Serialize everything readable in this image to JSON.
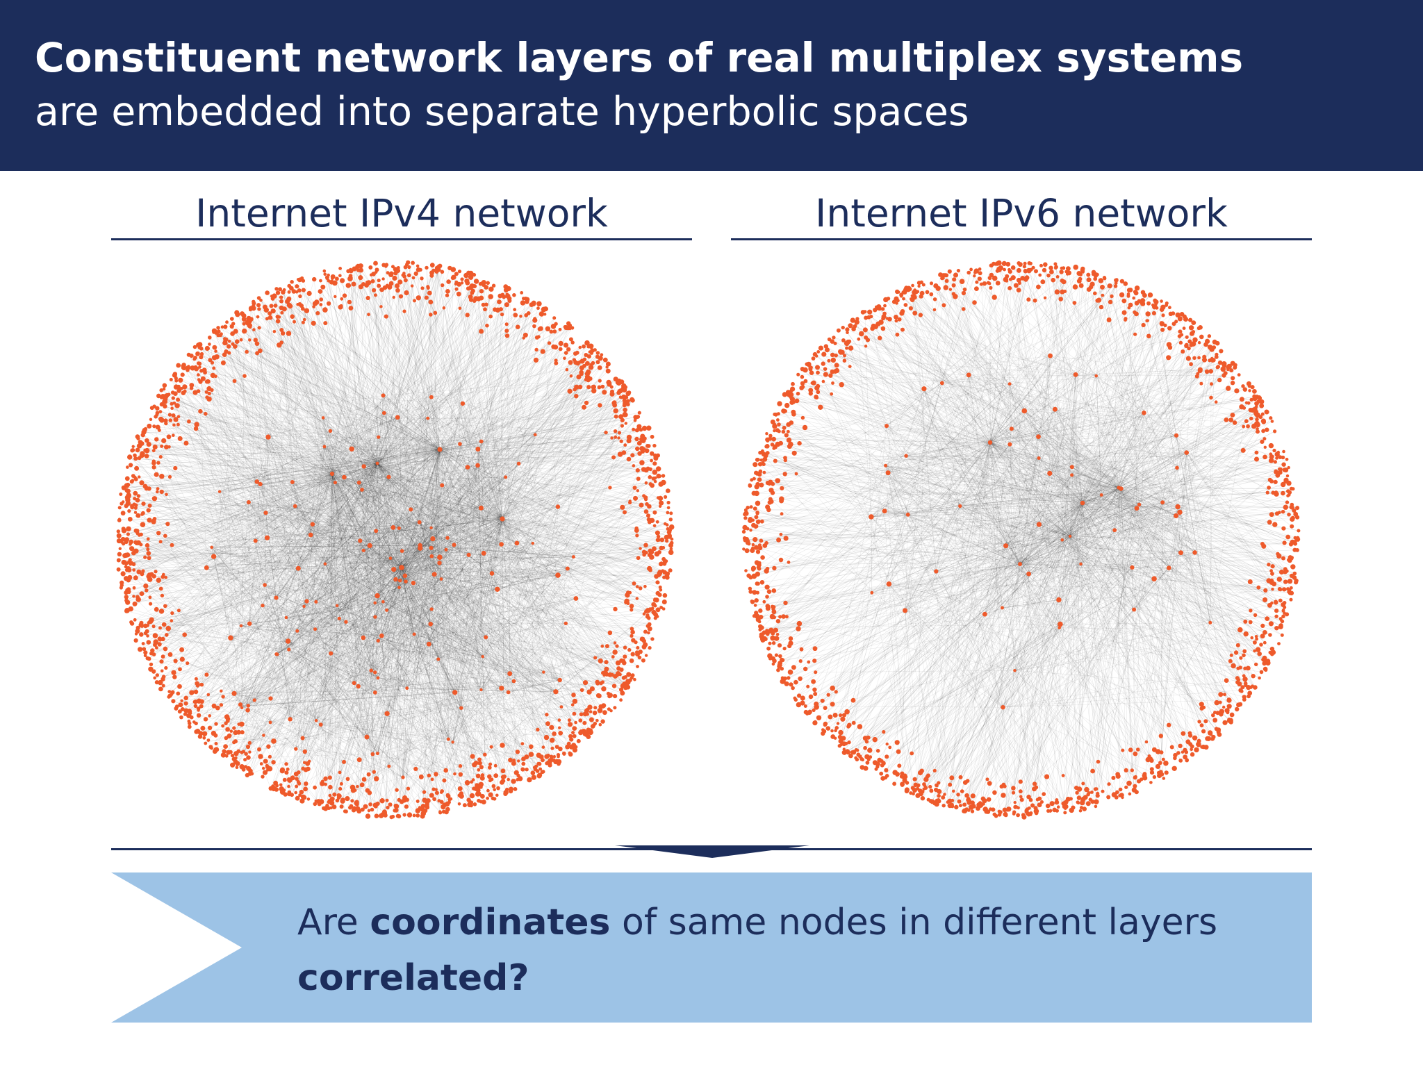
{
  "header": {
    "title_bold": "Constituent network layers of real multiplex systems",
    "title_light": "are embedded into separate hyperbolic spaces",
    "background_color": "#1c2d5b"
  },
  "panels": [
    {
      "title": "Internet IPv4 network"
    },
    {
      "title": "Internet IPv6 network"
    }
  ],
  "colors": {
    "node": "#ee5a2b",
    "edge": "#1a1a1a",
    "navy": "#1c2d5b",
    "banner": "#9dc3e6"
  },
  "question": {
    "part1": "Are ",
    "bold1": "coordinates",
    "part2": " of same nodes in different layers ",
    "bold2": "correlated?"
  }
}
